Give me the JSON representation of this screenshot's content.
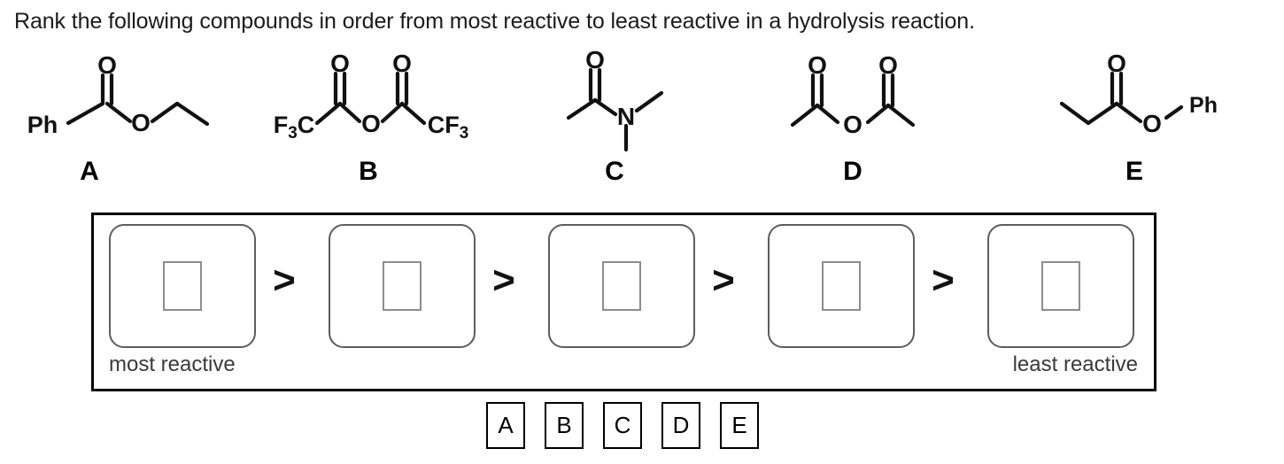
{
  "prompt": "Rank the following compounds in order from most reactive to least reactive in a hydrolysis reaction.",
  "compounds": [
    {
      "label": "A",
      "name": "ethyl-benzoate",
      "atoms": {
        "left": "Ph",
        "carbonyl_o": "O",
        "ester_o": "O"
      }
    },
    {
      "label": "B",
      "name": "trifluoroacetic-anhydride",
      "atoms": {
        "left": "F3C",
        "carbonyl_o_left": "O",
        "bridge_o": "O",
        "carbonyl_o_right": "O",
        "right": "CF3"
      }
    },
    {
      "label": "C",
      "name": "n-n-dimethylacetamide",
      "atoms": {
        "carbonyl_o": "O",
        "nitrogen": "N"
      }
    },
    {
      "label": "D",
      "name": "acetic-anhydride",
      "atoms": {
        "carbonyl_o_left": "O",
        "bridge_o": "O",
        "carbonyl_o_right": "O"
      }
    },
    {
      "label": "E",
      "name": "phenyl-propanoate",
      "atoms": {
        "carbonyl_o": "O",
        "ester_o": "O",
        "right": "Ph"
      }
    }
  ],
  "answer_area": {
    "slots": [
      {
        "index": 1,
        "value": ""
      },
      {
        "index": 2,
        "value": ""
      },
      {
        "index": 3,
        "value": ""
      },
      {
        "index": 4,
        "value": ""
      },
      {
        "index": 5,
        "value": ""
      }
    ],
    "separators": [
      ">",
      ">",
      ">",
      ">"
    ],
    "most_label": "most reactive",
    "least_label": "least reactive"
  },
  "tokens": [
    "A",
    "B",
    "C",
    "D",
    "E"
  ],
  "colors": {
    "text": "#1b1b1b",
    "bond": "#111111",
    "dropzone_border": "#5d5d5d",
    "placeholder_border": "#8d8d8d",
    "box_border": "#000000",
    "caption": "#3a3a3a"
  }
}
